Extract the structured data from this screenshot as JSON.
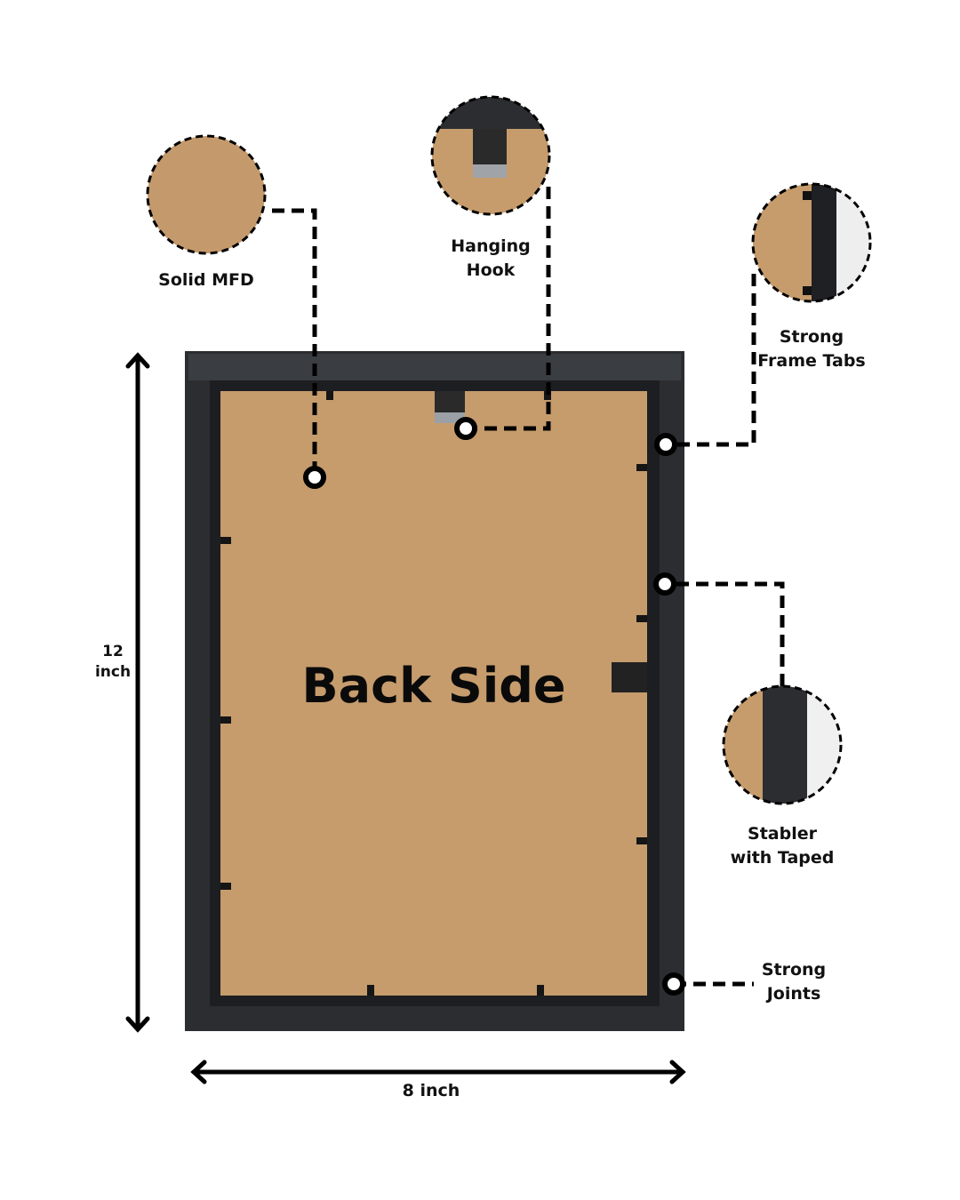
{
  "title": "Back Side",
  "callouts": {
    "solid_mfd": "Solid MFD",
    "hanging_hook": "Hanging\nHook",
    "frame_tabs": "Strong\nFrame Tabs",
    "stabler": "Stabler\nwith Taped",
    "joints": "Strong\nJoints"
  },
  "dimensions": {
    "height": "12\ninch",
    "width": "8 inch"
  },
  "colors": {
    "frame": "#2b2d31",
    "board": "#c69c6d",
    "line": "#000000"
  }
}
